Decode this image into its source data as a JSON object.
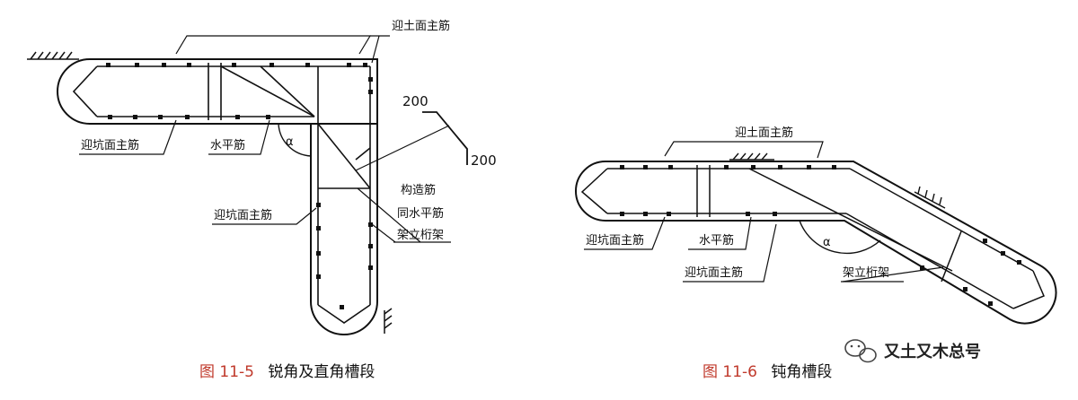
{
  "colors": {
    "line": "#111111",
    "caption": "#c0392b",
    "background": "#ffffff"
  },
  "figure_left": {
    "labels": {
      "soil_face_main_bar": "迎土面主筋",
      "pit_face_main_bar_left": "迎坑面主筋",
      "horizontal_bar": "水平筋",
      "alpha": "α",
      "dim_top": "200",
      "dim_right": "200",
      "structural_bar": "构造筋",
      "same_as_horizontal": "同水平筋",
      "pit_face_main_bar_lower": "迎坑面主筋",
      "stand_truss": "架立桁架"
    },
    "caption": {
      "number": "图 11-5",
      "title": "锐角及直角槽段"
    }
  },
  "figure_right": {
    "labels": {
      "soil_face_main_bar": "迎土面主筋",
      "pit_face_main_bar_left": "迎坑面主筋",
      "horizontal_bar": "水平筋",
      "alpha": "α",
      "pit_face_main_bar_lower": "迎坑面主筋",
      "stand_truss": "架立桁架"
    },
    "caption": {
      "number": "图 11-6",
      "title": "钝角槽段"
    }
  },
  "watermark": {
    "icon": "wechat-icon",
    "text": "又土又木总号"
  }
}
